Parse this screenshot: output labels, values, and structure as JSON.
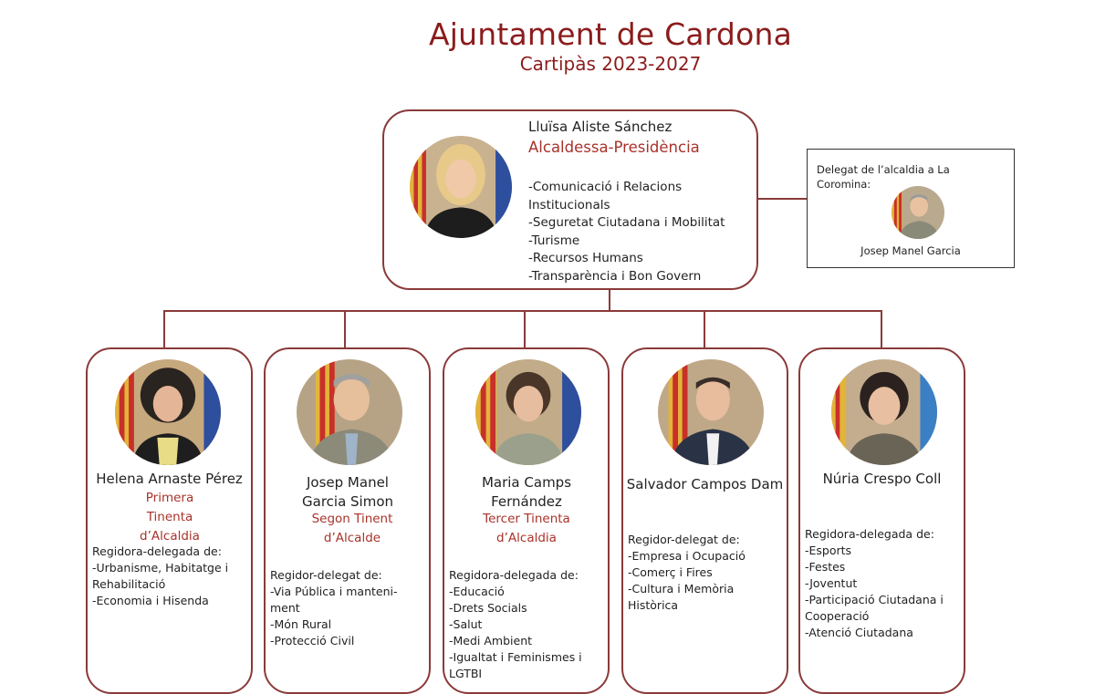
{
  "header": {
    "title": "Ajuntament de Cardona",
    "subtitle": "Cartipàs 2023-2027"
  },
  "mayor": {
    "name": "Lluïsa Aliste Sánchez",
    "role": "Alcaldessa-Presidència",
    "duties": [
      "-Comunicació i Relacions Institucionals",
      "-Seguretat Ciutadana i Mobilitat",
      "-Turisme",
      "-Recursos Humans",
      "-Transparència i Bon Govern"
    ]
  },
  "delegate": {
    "label": "Delegat de l’alcaldia a La Coromina:",
    "name": "Josep Manel Garcia"
  },
  "councillors": [
    {
      "name": "Helena Arnaste Pérez",
      "role": "Primera Tinenta d’Alcaldia",
      "intro": "Regidora-delegada de:",
      "duties": [
        "-Urbanisme, Habitatge i Rehabilitació",
        "-Economia i Hisenda"
      ]
    },
    {
      "name": "Josep Manel Garcia Simon",
      "role": "Segon Tinent d’Alcalde",
      "intro": "Regidor-delegat de:",
      "duties": [
        "-Via Pública i manteni-ment",
        "-Món Rural",
        "-Protecció Civil"
      ]
    },
    {
      "name": "Maria Camps Fernández",
      "role": "Tercer Tinenta d’Alcaldia",
      "intro": "Regidora-delegada de:",
      "duties": [
        "-Educació",
        "-Drets Socials",
        "-Salut",
        "-Medi Ambient",
        "-Igualtat i Feminismes i LGTBI"
      ]
    },
    {
      "name": "Salvador Campos Dam",
      "role": "",
      "intro": "Regidor-delegat de:",
      "duties": [
        "-Empresa i Ocupació",
        "-Comerç i Fires",
        "-Cultura i Memòria Històrica"
      ]
    },
    {
      "name": "Núria Crespo Coll",
      "role": "",
      "intro": "Regidora-delegada de:",
      "duties": [
        "-Esports",
        "-Festes",
        "-Joventut",
        "-Participació Ciutadana i Cooperació",
        "-Atenció Ciutadana"
      ]
    }
  ],
  "colors": {
    "accent": "#8b1c1c",
    "role": "#a8322a",
    "border": "#8b3a3a"
  }
}
